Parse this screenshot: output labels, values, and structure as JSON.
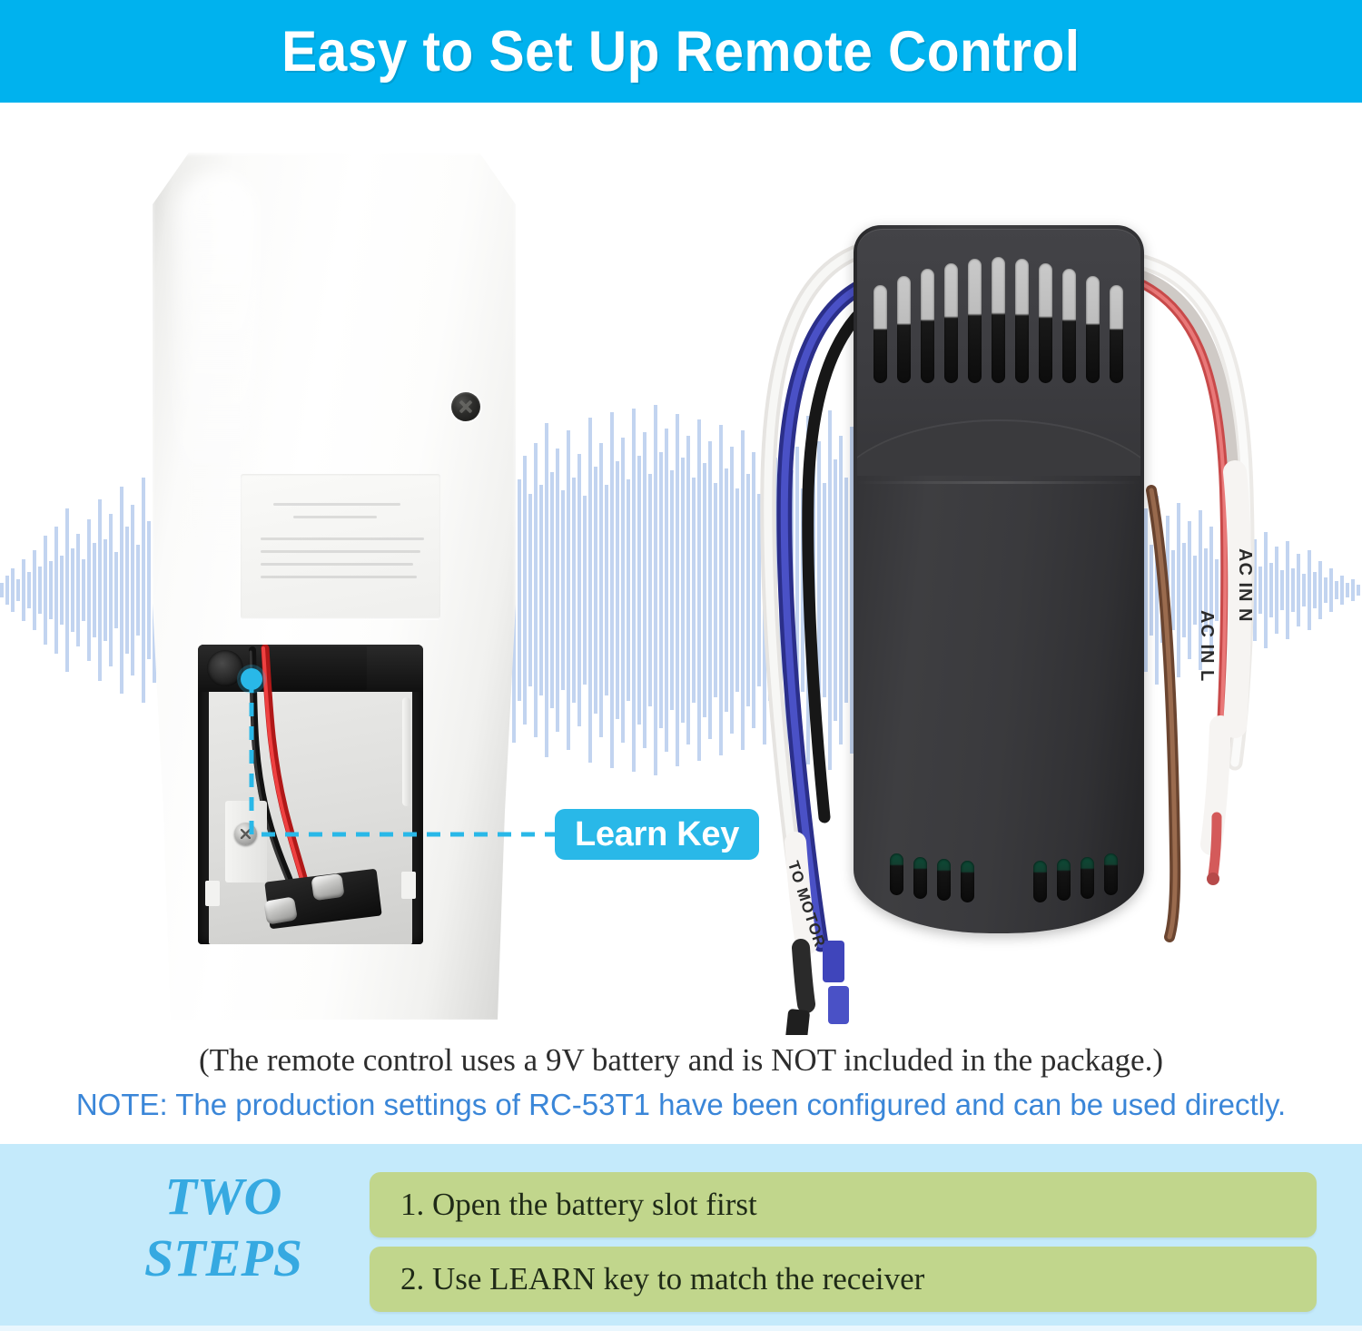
{
  "header": {
    "title": "Easy to Set Up Remote Control",
    "background_color": "#00b2ee",
    "text_color": "#ffffff"
  },
  "callout": {
    "label": "Learn Key",
    "pill_color": "#29b8e8",
    "text_color": "#ffffff",
    "leader_color": "#29b8e8"
  },
  "devices": {
    "remote": {
      "name": "remote-control-back",
      "description": "White handheld remote control, back cover open showing battery compartment"
    },
    "receiver": {
      "name": "rf-receiver-module",
      "description": "Black RF receiver module with ventilation slots and wire leads"
    }
  },
  "wire_labels": {
    "ac_in_n": "AC IN N",
    "ac_in_l": "AC IN L",
    "to_motor": "TO MOTOR"
  },
  "captions": {
    "battery_note": "(The remote control uses a 9V battery and is NOT included in the package.)",
    "production_note": "NOTE: The production settings of RC-53T1 have been configured and can be used directly.",
    "note_color": "#3a86d8"
  },
  "steps_panel": {
    "heading_line1": "TWO",
    "heading_line2": "STEPS",
    "heading_color": "#36a9e1",
    "panel_color": "#c4eafb",
    "bar_color": "#c1d68c",
    "steps": [
      {
        "text": "1. Open the battery slot first"
      },
      {
        "text": "2. Use LEARN key to match the receiver"
      }
    ]
  }
}
